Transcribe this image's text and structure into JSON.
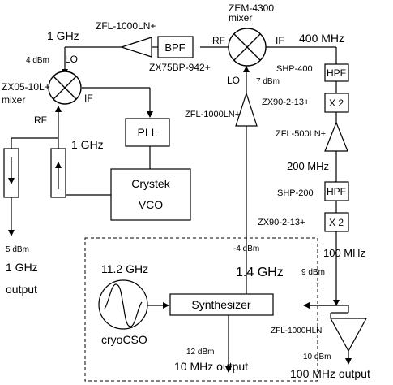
{
  "mixers": {
    "top": {
      "model": "ZEM-4300",
      "kind": "mixer",
      "rf": "RF",
      "lo": "LO",
      "if": "IF"
    },
    "left": {
      "model": "ZX05-10L+",
      "kind": "mixer",
      "rf": "RF",
      "lo": "LO",
      "if": "IF"
    }
  },
  "amplifiers": {
    "top_amp": "ZFL-1000LN+",
    "mid_amp": "ZFL-1000LN+",
    "right_amp": "ZFL-500LN+",
    "out_amp": "ZFL-1000HLN"
  },
  "boxes": {
    "bpf": "BPF",
    "bpf_part": "ZX75BP-942+",
    "pll": "PLL",
    "vco_line1": "Crystek",
    "vco_line2": "VCO",
    "hpf_top": "HPF",
    "hpf_top_part": "SHP-400",
    "x2_top": "X 2",
    "x2_top_part": "ZX90-2-13+",
    "hpf_bottom": "HPF",
    "hpf_bottom_part": "SHP-200",
    "x2_bottom": "X 2",
    "x2_bottom_part": "ZX90-2-13+",
    "synth": "Synthesizer",
    "cso_freq": "11.2 GHz",
    "cso_name": "cryoCSO"
  },
  "labels": {
    "f_1ghz_top": "1 GHz",
    "p_4dbm": "4 dBm",
    "f_400mhz": "400 MHz",
    "p_7dbm": "7 dBm",
    "f_1ghz_mid": "1 GHz",
    "f_200mhz": "200 MHz",
    "f_100mhz": "100 MHz",
    "p_9dbm": "9 dBm",
    "p_neg4dbm": "-4 dBm",
    "f_1p4ghz": "1.4 GHz",
    "out_left_power": "5 dBm",
    "out_left_freq": "1 GHz",
    "out_left_word": "output",
    "p_12dbm": "12 dBm",
    "out_10mhz": "10 MHz output",
    "p_10dbm": "10 dBm",
    "out_100mhz": "100 MHz output"
  }
}
